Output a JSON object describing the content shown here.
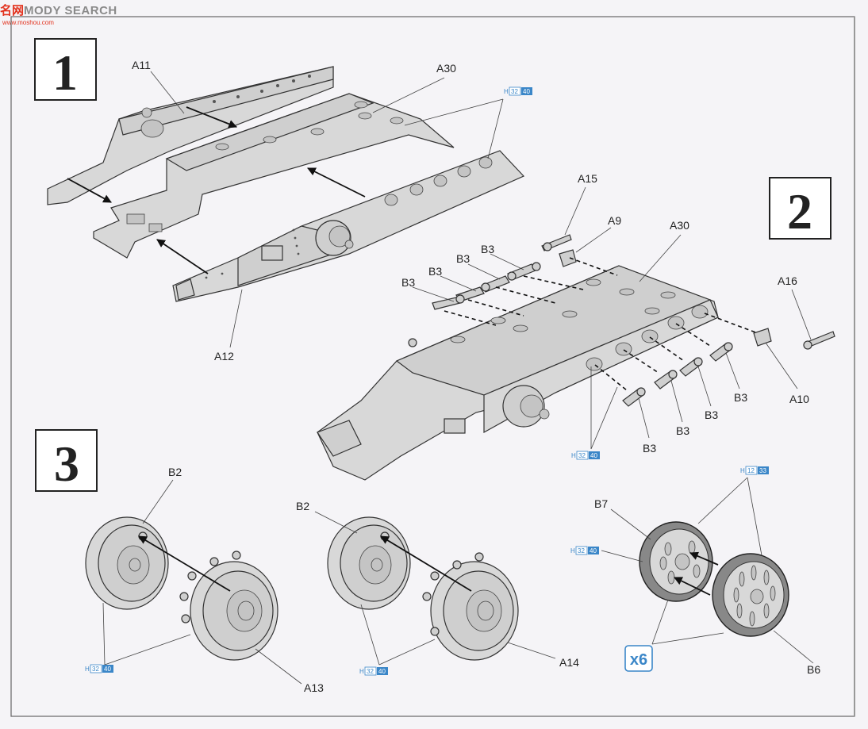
{
  "watermark": {
    "brand_red": "名网",
    "brand_grey": "MODY SEARCH",
    "url": "www.moshou.com"
  },
  "steps": [
    {
      "number": "1"
    },
    {
      "number": "2"
    },
    {
      "number": "3"
    }
  ],
  "labels": {
    "s1_a11": "A11",
    "s1_a30": "A30",
    "s1_a12": "A12",
    "s2_a15": "A15",
    "s2_a9": "A9",
    "s2_a30": "A30",
    "s2_a16": "A16",
    "s2_a10": "A10",
    "s2_b3_1": "B3",
    "s2_b3_2": "B3",
    "s2_b3_3": "B3",
    "s2_b3_4": "B3",
    "s2_b3_5": "B3",
    "s2_b3_6": "B3",
    "s2_b3_7": "B3",
    "s2_b3_8": "B3",
    "s3_b2_left": "B2",
    "s3_b2_mid": "B2",
    "s3_a13": "A13",
    "s3_a14": "A14",
    "s3_b7": "B7",
    "s3_b6": "B6"
  },
  "paint_codes": [
    {
      "id": "pc1",
      "prefix": "H",
      "codes": [
        "32",
        "40"
      ]
    },
    {
      "id": "pc2",
      "prefix": "H",
      "codes": [
        "32",
        "40"
      ]
    },
    {
      "id": "pc3",
      "prefix": "H",
      "codes": [
        "12",
        "33"
      ]
    },
    {
      "id": "pc4",
      "prefix": "H",
      "codes": [
        "32",
        "40"
      ]
    },
    {
      "id": "pc5",
      "prefix": "H",
      "codes": [
        "32",
        "40"
      ]
    },
    {
      "id": "pc6",
      "prefix": "H",
      "codes": [
        "32",
        "40"
      ]
    }
  ],
  "quantity": {
    "mark": "x6"
  },
  "colors": {
    "paint_light": "#8fc1e6",
    "paint_dark": "#3a86c8",
    "frame": "#666666",
    "watermark_red": "#e2321e"
  }
}
